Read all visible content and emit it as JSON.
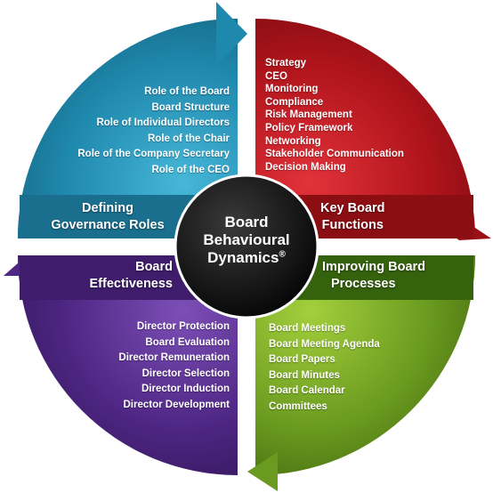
{
  "colors": {
    "blue": "#1f88ad",
    "red": "#b0141b",
    "purple": "#4e2683",
    "green": "#6a9a1f",
    "center": "#111111"
  },
  "center": {
    "title_line1": "Board",
    "title_line2": "Behavioural",
    "title_line3": "Dynamics",
    "registered_mark": "®"
  },
  "quadrants": {
    "top_left": {
      "label_line1": "Defining",
      "label_line2": "Governance Roles",
      "items": [
        "Role of the Board",
        "Board Structure",
        "Role of Individual Directors",
        "Role of the Chair",
        "Role of the Company Secretary",
        "Role of the CEO"
      ]
    },
    "top_right": {
      "label_line1": "Key Board",
      "label_line2": "Functions",
      "items": [
        "Strategy",
        "CEO",
        "Monitoring",
        "Compliance",
        "Risk Management",
        "Policy Framework",
        "Networking",
        "Stakeholder Communication",
        "Decision Making"
      ]
    },
    "bottom_left": {
      "label_line1": "Board",
      "label_line2": "Effectiveness",
      "items": [
        "Director Protection",
        "Board Evaluation",
        "Director Remuneration",
        "Director Selection",
        "Director Induction",
        "Director Development"
      ]
    },
    "bottom_right": {
      "label_line1": "Improving Board",
      "label_line2": "Processes",
      "items": [
        "Board Meetings",
        "Board Meeting Agenda",
        "Board Papers",
        "Board Minutes",
        "Board Calendar",
        "Committees"
      ]
    }
  }
}
